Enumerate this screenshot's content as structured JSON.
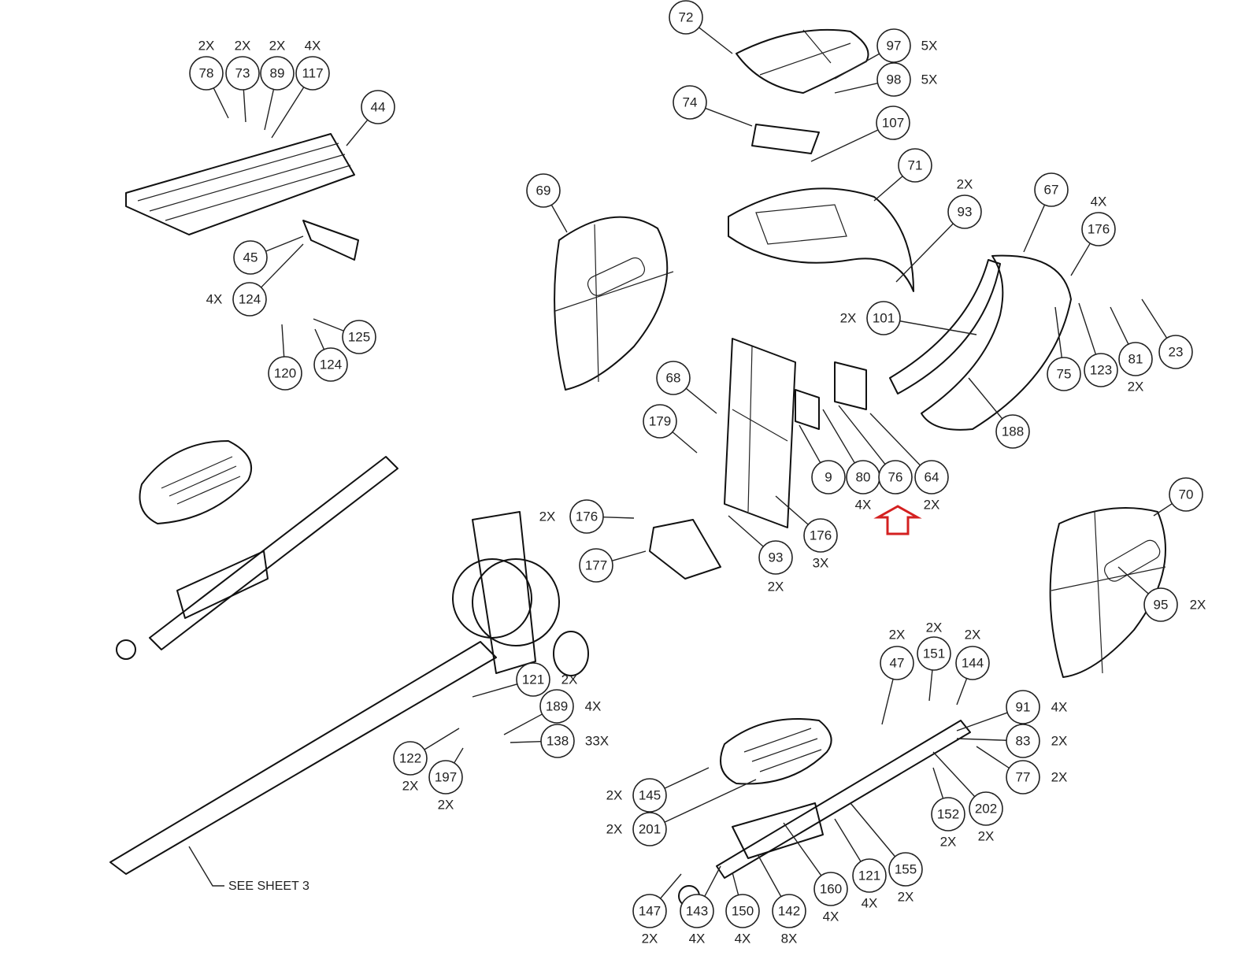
{
  "diagram": {
    "type": "exploded-parts-diagram",
    "highlight_color": "#d42020",
    "highlighted_part": "76",
    "note": "SEE SHEET 3",
    "callouts": [
      {
        "id": "78",
        "qty": "2X"
      },
      {
        "id": "73",
        "qty": "2X"
      },
      {
        "id": "89",
        "qty": "2X"
      },
      {
        "id": "117",
        "qty": "4X"
      },
      {
        "id": "44",
        "qty": ""
      },
      {
        "id": "45",
        "qty": ""
      },
      {
        "id": "124",
        "qty": "4X"
      },
      {
        "id": "125",
        "qty": ""
      },
      {
        "id": "120",
        "qty": ""
      },
      {
        "id": "124b",
        "label": "124",
        "qty": ""
      },
      {
        "id": "69",
        "qty": ""
      },
      {
        "id": "72",
        "qty": ""
      },
      {
        "id": "74",
        "qty": ""
      },
      {
        "id": "97",
        "qty": "5X"
      },
      {
        "id": "98",
        "qty": "5X"
      },
      {
        "id": "107",
        "qty": ""
      },
      {
        "id": "71",
        "qty": ""
      },
      {
        "id": "93",
        "qty": "2X"
      },
      {
        "id": "67",
        "qty": ""
      },
      {
        "id": "176",
        "qty": "4X"
      },
      {
        "id": "101",
        "qty": "2X"
      },
      {
        "id": "75",
        "qty": ""
      },
      {
        "id": "123",
        "qty": ""
      },
      {
        "id": "81",
        "qty": "2X"
      },
      {
        "id": "23",
        "qty": ""
      },
      {
        "id": "188",
        "qty": ""
      },
      {
        "id": "68",
        "qty": ""
      },
      {
        "id": "179",
        "qty": ""
      },
      {
        "id": "9",
        "qty": ""
      },
      {
        "id": "80",
        "qty": "4X"
      },
      {
        "id": "76",
        "qty": ""
      },
      {
        "id": "64",
        "qty": "2X"
      },
      {
        "id": "176b",
        "label": "176",
        "qty": "2X"
      },
      {
        "id": "177",
        "qty": ""
      },
      {
        "id": "93b",
        "label": "93",
        "qty": "2X"
      },
      {
        "id": "176c",
        "label": "176",
        "qty": "3X"
      },
      {
        "id": "70",
        "qty": ""
      },
      {
        "id": "95",
        "qty": "2X"
      },
      {
        "id": "121",
        "qty": "2X"
      },
      {
        "id": "189",
        "qty": "4X"
      },
      {
        "id": "138",
        "qty": "33X"
      },
      {
        "id": "122",
        "qty": "2X"
      },
      {
        "id": "197",
        "qty": "2X"
      },
      {
        "id": "47",
        "qty": "2X"
      },
      {
        "id": "151",
        "qty": "2X"
      },
      {
        "id": "144",
        "qty": "2X"
      },
      {
        "id": "91",
        "qty": "4X"
      },
      {
        "id": "83",
        "qty": "2X"
      },
      {
        "id": "77",
        "qty": "2X"
      },
      {
        "id": "145",
        "qty": "2X"
      },
      {
        "id": "201",
        "qty": "2X"
      },
      {
        "id": "152",
        "qty": "2X"
      },
      {
        "id": "202",
        "qty": "2X"
      },
      {
        "id": "155",
        "qty": "2X"
      },
      {
        "id": "121b",
        "label": "121",
        "qty": "4X"
      },
      {
        "id": "160",
        "qty": "4X"
      },
      {
        "id": "147",
        "qty": "2X"
      },
      {
        "id": "143",
        "qty": "4X"
      },
      {
        "id": "150",
        "qty": "4X"
      },
      {
        "id": "142",
        "qty": "8X"
      }
    ]
  }
}
